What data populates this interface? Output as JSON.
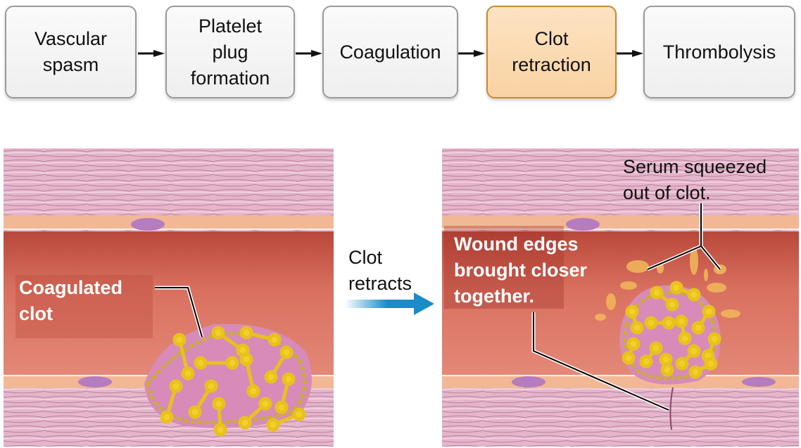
{
  "flow": {
    "steps": [
      {
        "label": "Vascular\nspasm",
        "active": false
      },
      {
        "label": "Platelet\nplug\nformation",
        "active": false
      },
      {
        "label": "Coagulation",
        "active": false
      },
      {
        "label": "Clot\nretraction",
        "active": true
      },
      {
        "label": "Thrombolysis",
        "active": false
      }
    ],
    "active_color": "#f9d2a3",
    "active_border": "#c98a2e",
    "inactive_color": "#f2f2f2"
  },
  "transition": {
    "label": "Clot\nretracts",
    "arrow_color": "#1a8cc8"
  },
  "panels": {
    "before": {
      "label": "Coagulated\nclot"
    },
    "after": {
      "label_wound": "Wound edges\nbrought closer\ntogether.",
      "label_serum": "Serum squeezed\nout of clot."
    }
  },
  "colors": {
    "tissue": "#e2b0c8",
    "vessel_wall": "#f2b896",
    "lumen": "#d9705f",
    "fibrin": "#c9b02c",
    "platelet": "#f4cf2a",
    "serum": "#f0b45a",
    "nucleus": "#b57cc0"
  }
}
